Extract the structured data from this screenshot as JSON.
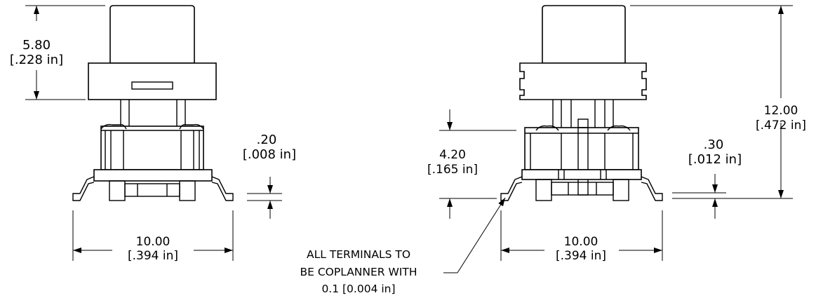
{
  "dimensions": {
    "left_height": {
      "value": "5.80",
      "imperial": "[.228 in]"
    },
    "left_offset": {
      "value": ".20",
      "imperial": "[.008 in]"
    },
    "left_width": {
      "value": "10.00",
      "imperial": "[.394 in]"
    },
    "right_total_height": {
      "value": "12.00",
      "imperial": "[.472 in]"
    },
    "right_body_height": {
      "value": "4.20",
      "imperial": "[.165 in]"
    },
    "right_offset": {
      "value": ".30",
      "imperial": "[.012 in]"
    },
    "right_width": {
      "value": "10.00",
      "imperial": "[.394 in]"
    }
  },
  "note": {
    "lines": [
      "ALL TERMINALS TO",
      "BE COPLANNER WITH",
      "0.1 [0.004 in]"
    ]
  }
}
